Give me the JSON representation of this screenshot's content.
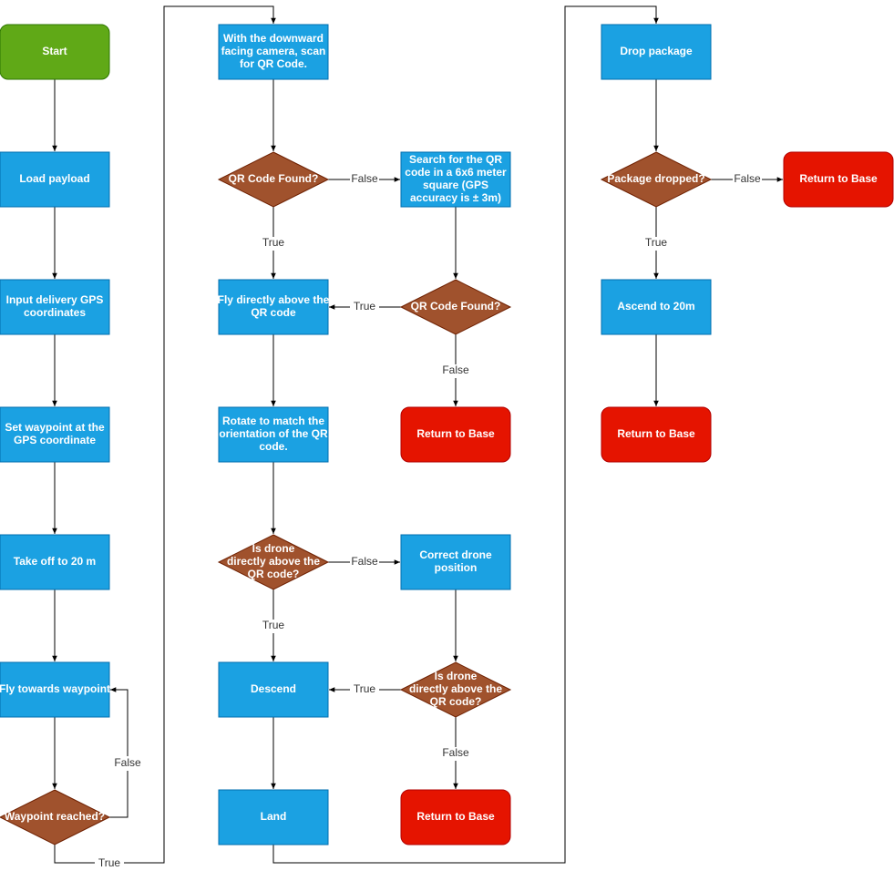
{
  "colors": {
    "start": "#60a917",
    "start_stroke": "#2d7600",
    "process": "#1ba1e2",
    "process_stroke": "#006eaf",
    "decision": "#a0522d",
    "decision_stroke": "#6d1f00",
    "terminal": "#e51400",
    "terminal_stroke": "#b20000"
  },
  "nodes": {
    "start": "Start",
    "load": "Load payload",
    "input_gps": [
      "Input delivery GPS",
      "coordinates"
    ],
    "set_wp": [
      "Set waypoint at the",
      "GPS coordinate"
    ],
    "takeoff": "Take off to 20 m",
    "fly_wp": "Fly towards waypoint",
    "wp_reached": "Waypoint reached?",
    "scan": [
      "With the downward",
      "facing camera, scan",
      "for QR Code."
    ],
    "qr_found_1": "QR Code Found?",
    "search": [
      "Search for the QR",
      "code in a 6x6 meter",
      "square (GPS",
      "accuracy is ± 3m)"
    ],
    "qr_found_2": "QR Code Found?",
    "fly_above": [
      "Fly directly above the",
      "QR code"
    ],
    "rtb_1": "Return to Base",
    "rotate": [
      "Rotate to match the",
      "orientation of the QR",
      "code."
    ],
    "above_1": [
      "Is drone",
      "directly above the",
      "QR code?"
    ],
    "correct": [
      "Correct drone",
      "position"
    ],
    "above_2": [
      "Is drone",
      "directly above the",
      "QR code?"
    ],
    "descend": "Descend",
    "land": "Land",
    "rtb_2": "Return to Base",
    "drop": "Drop package",
    "dropped": "Package dropped?",
    "rtb_3": "Return to Base",
    "ascend": "Ascend to 20m",
    "rtb_4": "Return to Base"
  },
  "labels": {
    "true": "True",
    "false": "False"
  }
}
